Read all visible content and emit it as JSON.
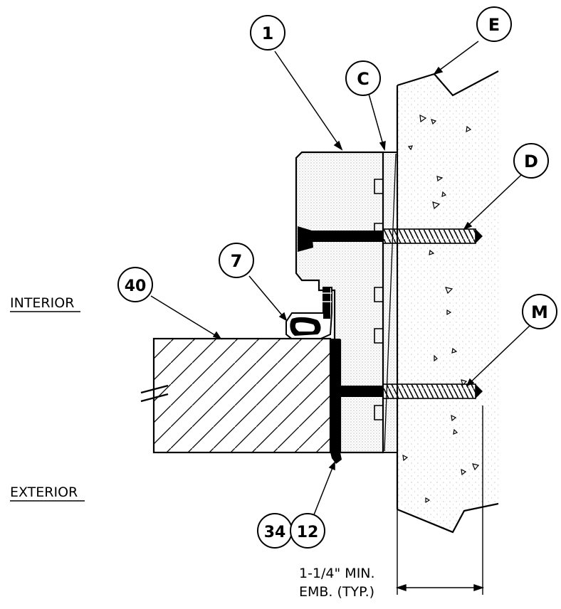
{
  "callouts": {
    "c1": "1",
    "cC": "C",
    "cE": "E",
    "cD": "D",
    "cM": "M",
    "c7": "7",
    "c40": "40",
    "c34": "34",
    "c12": "12"
  },
  "labels": {
    "interior": "INTERIOR",
    "exterior": "EXTERIOR",
    "embedment_line1": "1-1/4\" MIN.",
    "embedment_line2": "EMB. (TYP.)"
  },
  "colors": {
    "ink": "#000000",
    "paper": "#ffffff",
    "stipple": "#9a9a9a"
  }
}
